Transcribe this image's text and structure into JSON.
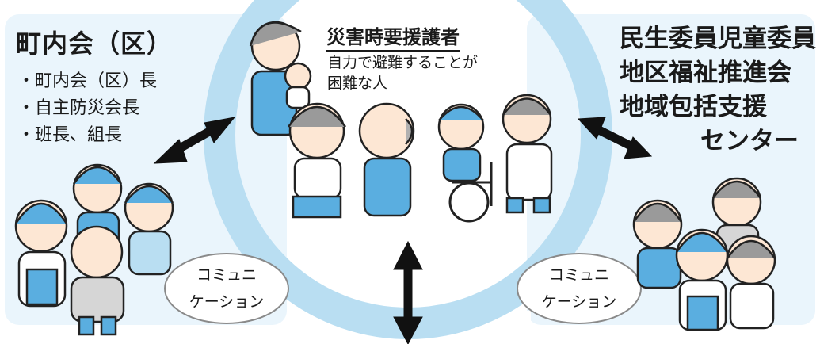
{
  "left_group": {
    "title": "町内会（区）",
    "items": [
      "・町内会（区）長",
      "・自主防災会長",
      "・班長、組長"
    ]
  },
  "center_group": {
    "title": "災害時要援護者",
    "subtitle_lines": [
      "自力で避難することが",
      "困難な人"
    ]
  },
  "right_group": {
    "title_lines": [
      "民生委員児童委員",
      "地区福祉推進会",
      "地域包括支援",
      "センター"
    ]
  },
  "bubbles": [
    {
      "lines": [
        "コミュニ",
        "ケーション"
      ]
    },
    {
      "lines": [
        "コミュニ",
        "ケーション"
      ]
    }
  ],
  "colors": {
    "ring": "#b9def2",
    "panel": "#eaf5fc",
    "arrow": "#111111",
    "accent_blue": "#5aaee0",
    "bubble_fill": "#ffffff",
    "bubble_stroke": "#8a8a8a"
  },
  "icons": [
    "bidirectional-arrow-icon",
    "person-icon",
    "wheelchair-icon",
    "baby-icon"
  ]
}
